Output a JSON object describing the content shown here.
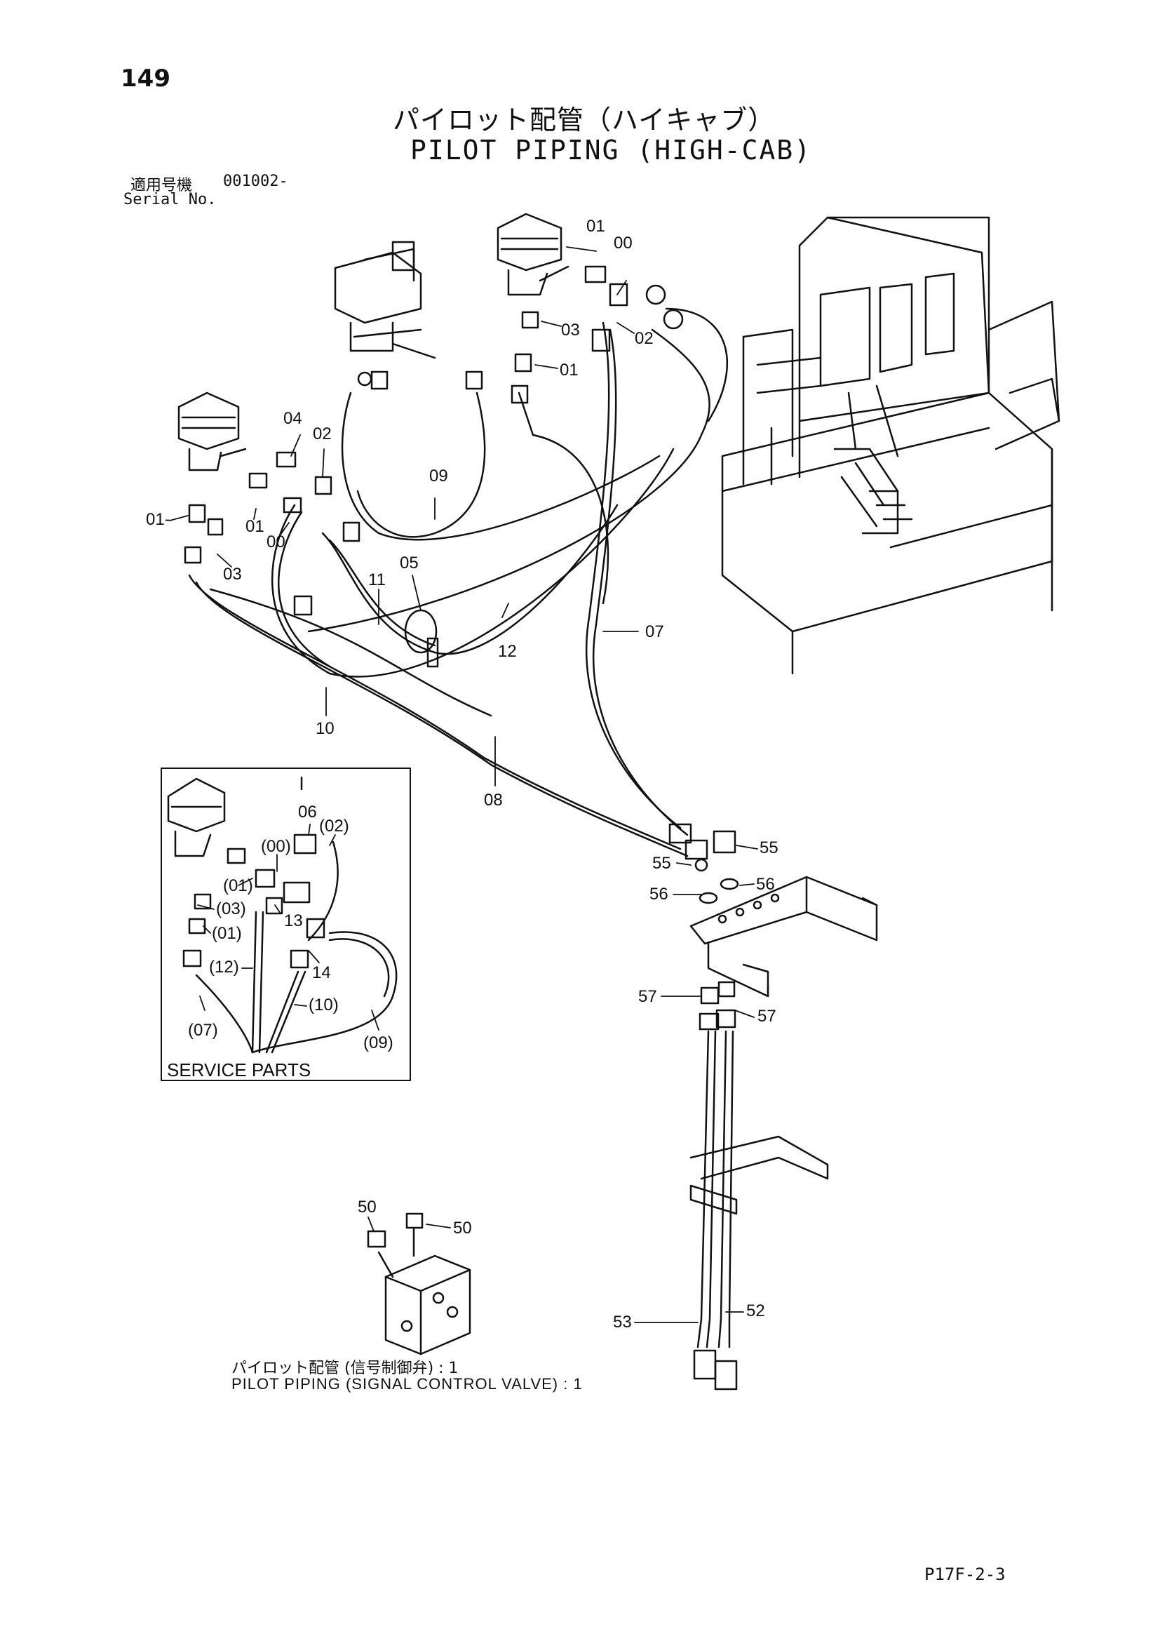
{
  "page_number": "149",
  "title_jp": "パイロット配管（ハイキャブ）",
  "title_en": "PILOT PIPING (HIGH-CAB)",
  "serial_label_jp": "適用号機",
  "serial_value": "001002-",
  "serial_label_en": "Serial No.",
  "service_box_title": "SERVICE PARTS",
  "sub_caption_jp": "パイロット配管 (信号制御弁) : 1",
  "sub_caption_en": "PILOT PIPING (SIGNAL CONTROL VALVE) : 1",
  "footer_code": "P17F-2-3",
  "callouts": {
    "c00_top": "00",
    "c01_top": "01",
    "c02_top": "02",
    "c03_top": "03",
    "c01_mid": "01",
    "c04": "04",
    "c02_left": "02",
    "c09": "09",
    "c01_left": "01-",
    "c01_left2": "01",
    "c00_left": "00",
    "c03_left": "03",
    "c05": "05",
    "c11": "11",
    "c12": "12",
    "c07": "07",
    "c10": "10",
    "c08": "08",
    "c55a": "55",
    "c55b": "55",
    "c56a": "56",
    "c56b": "56",
    "c57a": "57",
    "c57b": "57",
    "c53": "53",
    "c52": "52",
    "c50a": "50",
    "c50b": "50"
  },
  "service_callouts": {
    "s06": "06",
    "s02": "(02)",
    "s00": "(00)",
    "s01a": "(01)",
    "s03": "(03)",
    "s01b": "(01)",
    "s13": "13",
    "s14": "14",
    "s12": "(12)",
    "s10": "(10)",
    "s07": "(07)",
    "s09": "(09)"
  }
}
